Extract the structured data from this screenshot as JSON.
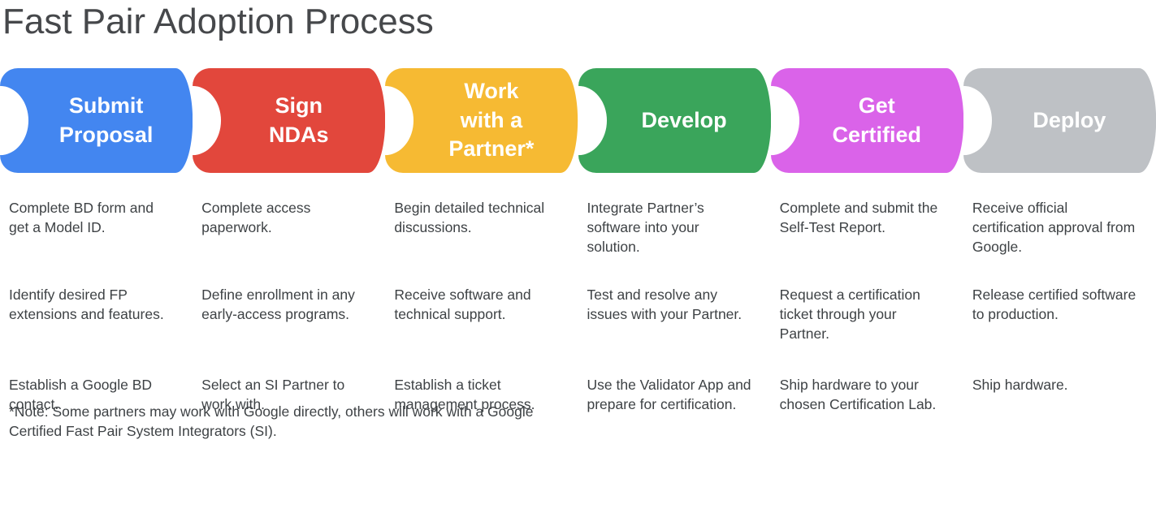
{
  "title": "Fast Pair Adoption Process",
  "note": "*Note: Some partners may work with Google directly, others will work with a Google Certified Fast Pair System Integrators (SI).",
  "steps": [
    {
      "label": "Submit\nProposal",
      "color": "#4386F0",
      "items": [
        "Complete BD form and get a Model ID.",
        "Identify desired FP extensions and features.",
        "Establish a Google BD contact."
      ]
    },
    {
      "label": "Sign\nNDAs",
      "color": "#E2473C",
      "items": [
        "Complete access paperwork.",
        "Define enrollment in any early-access programs.",
        "Select an SI Partner to work with."
      ]
    },
    {
      "label": "Work\nwith a\nPartner*",
      "color": "#F6BA33",
      "items": [
        "Begin detailed technical discussions.",
        "Receive software and technical support.",
        "Establish a ticket management process."
      ]
    },
    {
      "label": "Develop",
      "color": "#3AA55B",
      "items": [
        "Integrate Partner’s software into your solution.",
        "Test and resolve any issues with your Partner.",
        "Use the Validator App and prepare for certification."
      ]
    },
    {
      "label": "Get\nCertified",
      "color": "#DA63E9",
      "items": [
        "Complete and submit the Self-Test Report.",
        "Request a certification ticket through your Partner.",
        "Ship hardware to your chosen Certification Lab."
      ]
    },
    {
      "label": "Deploy",
      "color": "#BEC1C5",
      "items": [
        "Receive official certification approval from Google.",
        "Release certified software to production.",
        "Ship hardware."
      ]
    }
  ]
}
